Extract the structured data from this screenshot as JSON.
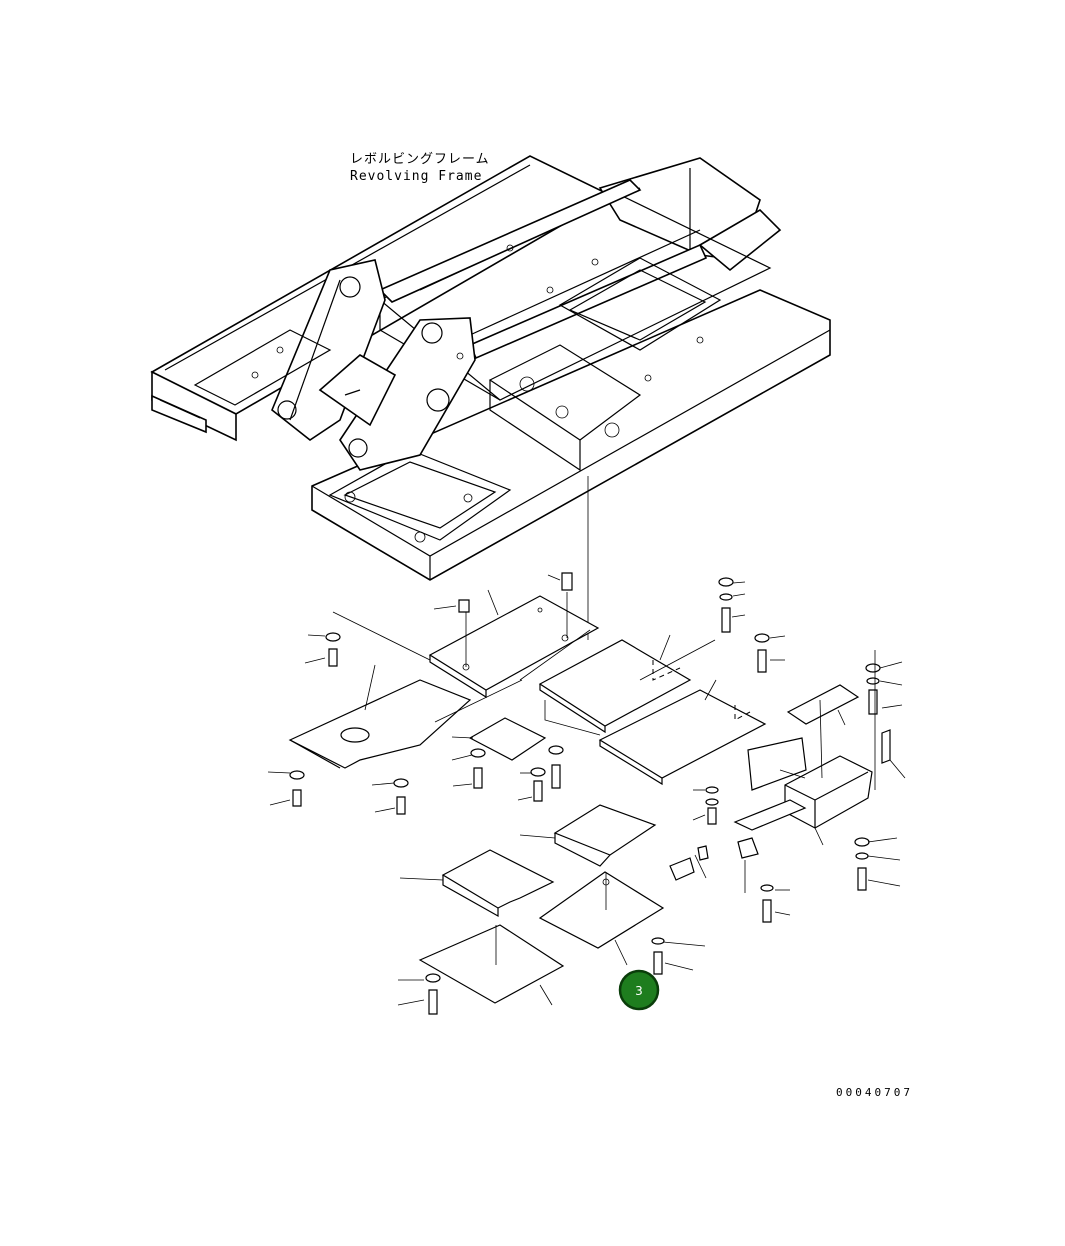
{
  "frame_label": {
    "japanese": "レボルビングフレーム",
    "english": "Revolving Frame"
  },
  "callout": {
    "number": "3",
    "color": "#1e7d1e"
  },
  "drawing_code": "00040707"
}
